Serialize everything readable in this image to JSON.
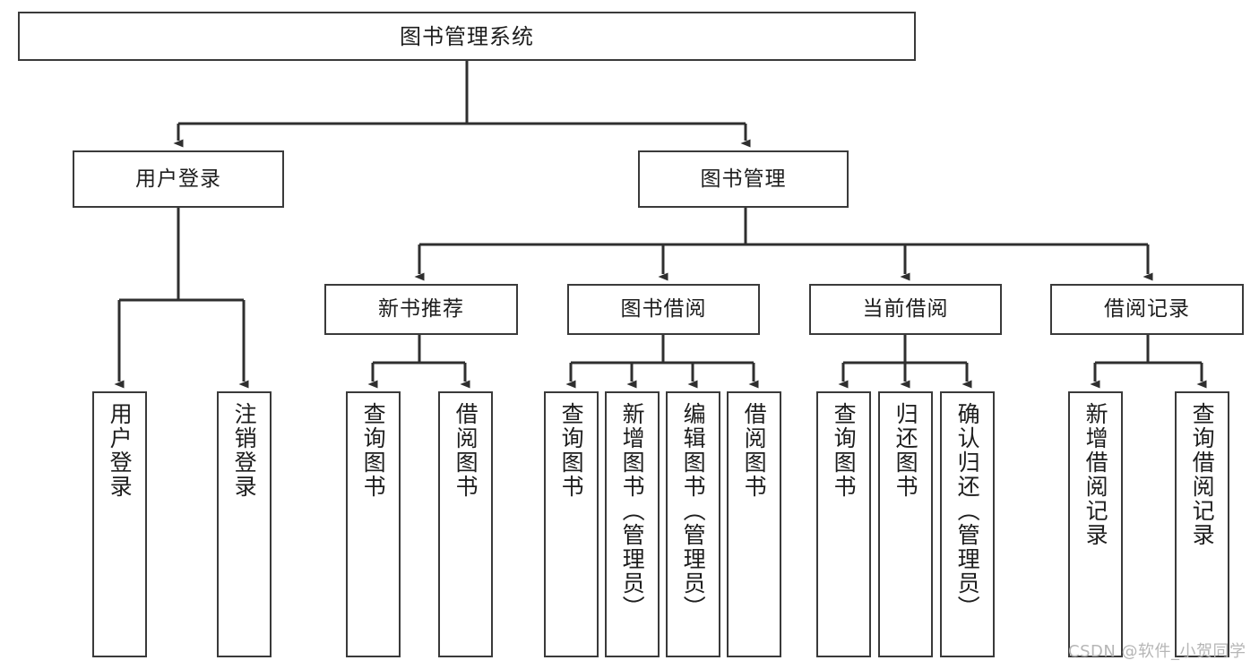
{
  "diagram": {
    "title": "图书管理系统",
    "type": "tree-hierarchy-chart",
    "watermark": "CSDN @软件_小贺同学",
    "colors": {
      "box_border": "#3a3a3a",
      "box_fill": "#ffffff",
      "edge": "#2f2f2f",
      "text": "#1d1d1d",
      "watermark": "#b6b6b6",
      "background": "#ffffff"
    },
    "nodes": {
      "root": {
        "label": "图书管理系统"
      },
      "level2": [
        {
          "id": "user-login",
          "label": "用户登录"
        },
        {
          "id": "book-manage",
          "label": "图书管理"
        }
      ],
      "level3": [
        {
          "id": "new-book-rec",
          "label": "新书推荐"
        },
        {
          "id": "book-borrow",
          "label": "图书借阅"
        },
        {
          "id": "current-borrow",
          "label": "当前借阅"
        },
        {
          "id": "borrow-record",
          "label": "借阅记录"
        }
      ],
      "leaves": [
        {
          "id": "leaf-user-login",
          "label": "用户登录",
          "parent": "user-login"
        },
        {
          "id": "leaf-logout-login",
          "label": "注销登录",
          "parent": "user-login"
        },
        {
          "id": "leaf-query-book-1",
          "label": "查询图书",
          "parent": "new-book-rec"
        },
        {
          "id": "leaf-borrow-book-1",
          "label": "借阅图书",
          "parent": "new-book-rec"
        },
        {
          "id": "leaf-query-book-2",
          "label": "查询图书",
          "parent": "book-borrow"
        },
        {
          "id": "leaf-add-book",
          "label": "新增图书（管理员）",
          "parent": "book-borrow"
        },
        {
          "id": "leaf-edit-book",
          "label": "编辑图书（管理员）",
          "parent": "book-borrow"
        },
        {
          "id": "leaf-borrow-book-2",
          "label": "借阅图书",
          "parent": "book-borrow"
        },
        {
          "id": "leaf-query-book-3",
          "label": "查询图书",
          "parent": "current-borrow"
        },
        {
          "id": "leaf-return-book",
          "label": "归还图书",
          "parent": "current-borrow"
        },
        {
          "id": "leaf-confirm-return",
          "label": "确认归还（管理员）",
          "parent": "current-borrow"
        },
        {
          "id": "leaf-add-record",
          "label": "新增借阅记录",
          "parent": "borrow-record"
        },
        {
          "id": "leaf-query-record",
          "label": "查询借阅记录",
          "parent": "borrow-record"
        }
      ]
    }
  }
}
